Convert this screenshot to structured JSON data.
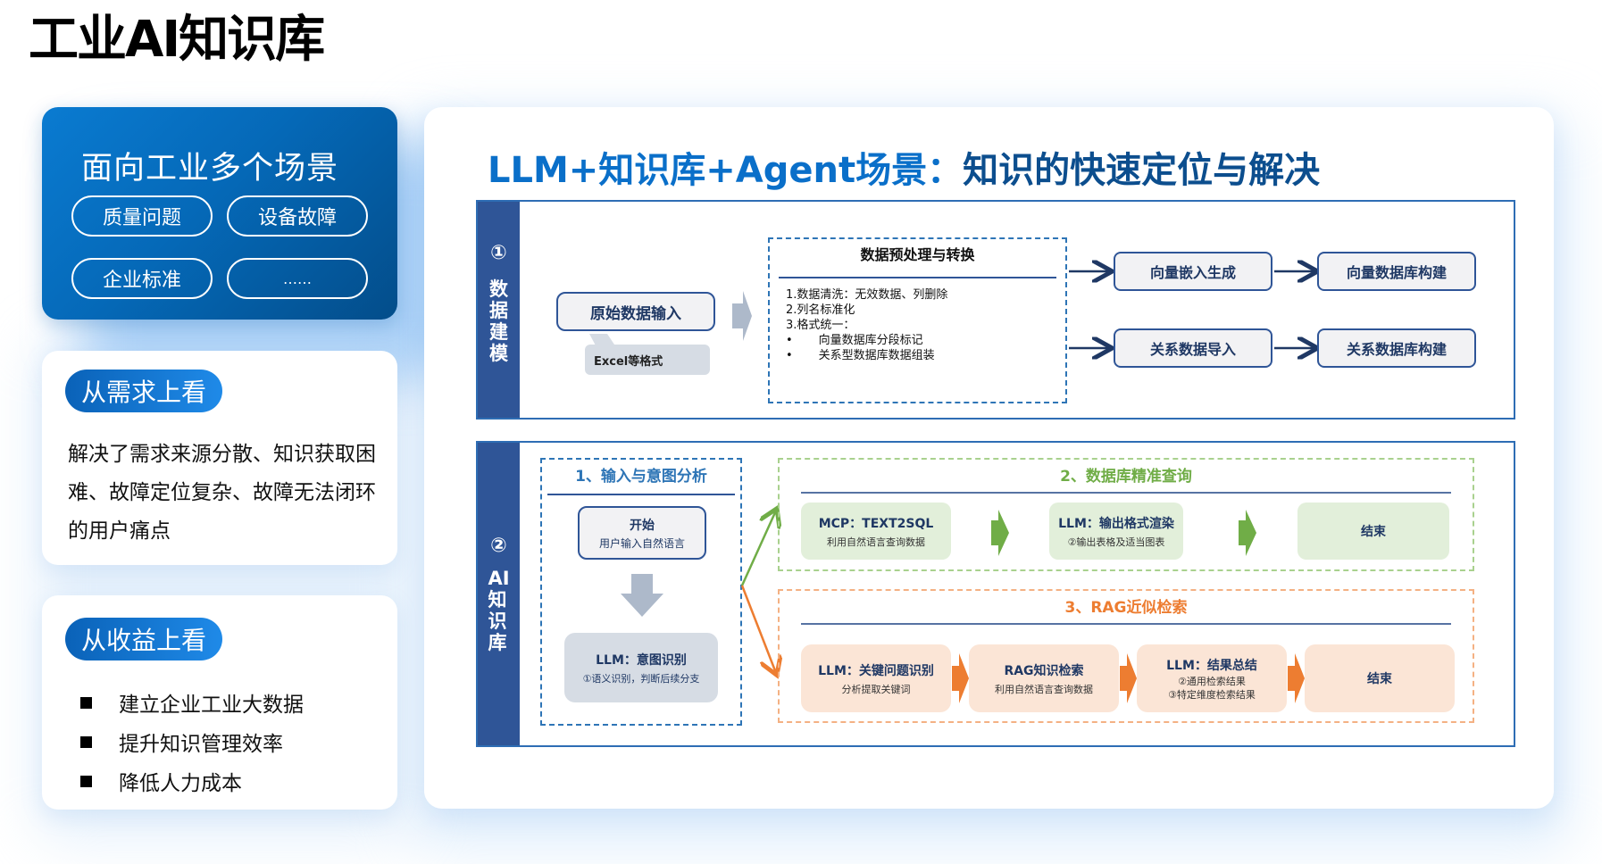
{
  "page": {
    "title": "工业AI知识库"
  },
  "scenarios": {
    "title": "面向工业多个场景",
    "chips": [
      "质量问题",
      "设备故障",
      "企业标准",
      "……"
    ]
  },
  "demand": {
    "label": "从需求上看",
    "text": "解决了需求来源分散、知识获取困难、故障定位复杂、故障无法闭环的用户痛点"
  },
  "benefit": {
    "label": "从收益上看",
    "items": [
      "建立企业工业大数据",
      "提升知识管理效率",
      "降低人力成本"
    ]
  },
  "main": {
    "title_blue": "LLM+知识库+Agent场景：",
    "title_dark": "知识的快速定位与解决",
    "section1": {
      "number": "①",
      "label_chars": [
        "数",
        "据",
        "建",
        "模"
      ],
      "raw_input": "原始数据输入",
      "raw_input_note": "Excel等格式",
      "preprocess_title": "数据预处理与转换",
      "preprocess_lines": [
        "1.数据清洗：无效数据、列删除",
        "2.列名标准化",
        "3.格式统一："
      ],
      "preprocess_bullets": [
        "向量数据库分段标记",
        "关系型数据库数据组装"
      ],
      "vector_embed": "向量嵌入生成",
      "vector_db": "向量数据库构建",
      "relational_import": "关系数据导入",
      "relational_db": "关系数据库构建"
    },
    "section2": {
      "number": "②",
      "label_chars": [
        "AI",
        "知",
        "识",
        "库"
      ],
      "stage1": {
        "title": "1、输入与意图分析",
        "start_title": "开始",
        "start_sub": "用户输入自然语言",
        "intent_title": "LLM：意图识别",
        "intent_sub": "①语义识别，判断后续分支"
      },
      "stage2": {
        "title": "2、数据库精准查询",
        "color": "#70ad47",
        "nodes": [
          {
            "title": "MCP：TEXT2SQL",
            "sub": "利用自然语言查询数据"
          },
          {
            "title": "LLM：输出格式渲染",
            "sub": "②输出表格及适当图表"
          },
          {
            "title": "结束",
            "sub": ""
          }
        ]
      },
      "stage3": {
        "title": "3、RAG近似检索",
        "color": "#ed7d31",
        "nodes": [
          {
            "title": "LLM：关键问题识别",
            "sub": "分析提取关键词"
          },
          {
            "title": "RAG知识检索",
            "sub": "利用自然语言查询数据"
          },
          {
            "title": "LLM：结果总结",
            "sub": "②通用检索结果",
            "sub2": "③特定维度检索结果"
          },
          {
            "title": "结束",
            "sub": ""
          }
        ]
      }
    }
  },
  "colors": {
    "brand_blue": "#0a6fc9",
    "strip_navy": "#2f5597",
    "green": "#70ad47",
    "orange": "#ed7d31"
  }
}
